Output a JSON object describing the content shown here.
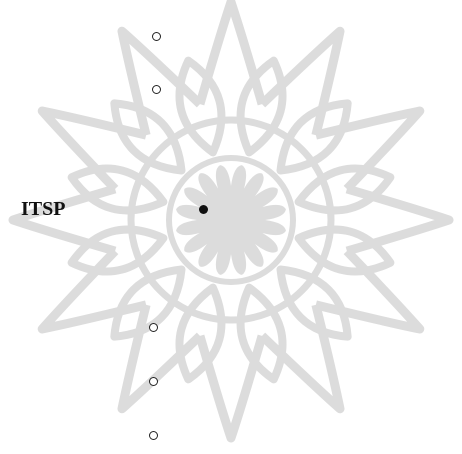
{
  "label": "ITSP",
  "emblem": {
    "icon": "rosette-icon",
    "color": "#dcdcdc"
  },
  "markers": [
    {
      "name": "marker-open-1",
      "style": "open"
    },
    {
      "name": "marker-open-2",
      "style": "open"
    },
    {
      "name": "marker-filled-center",
      "style": "filled"
    },
    {
      "name": "marker-open-3",
      "style": "open"
    },
    {
      "name": "marker-open-4",
      "style": "open"
    },
    {
      "name": "marker-open-5",
      "style": "open"
    }
  ]
}
